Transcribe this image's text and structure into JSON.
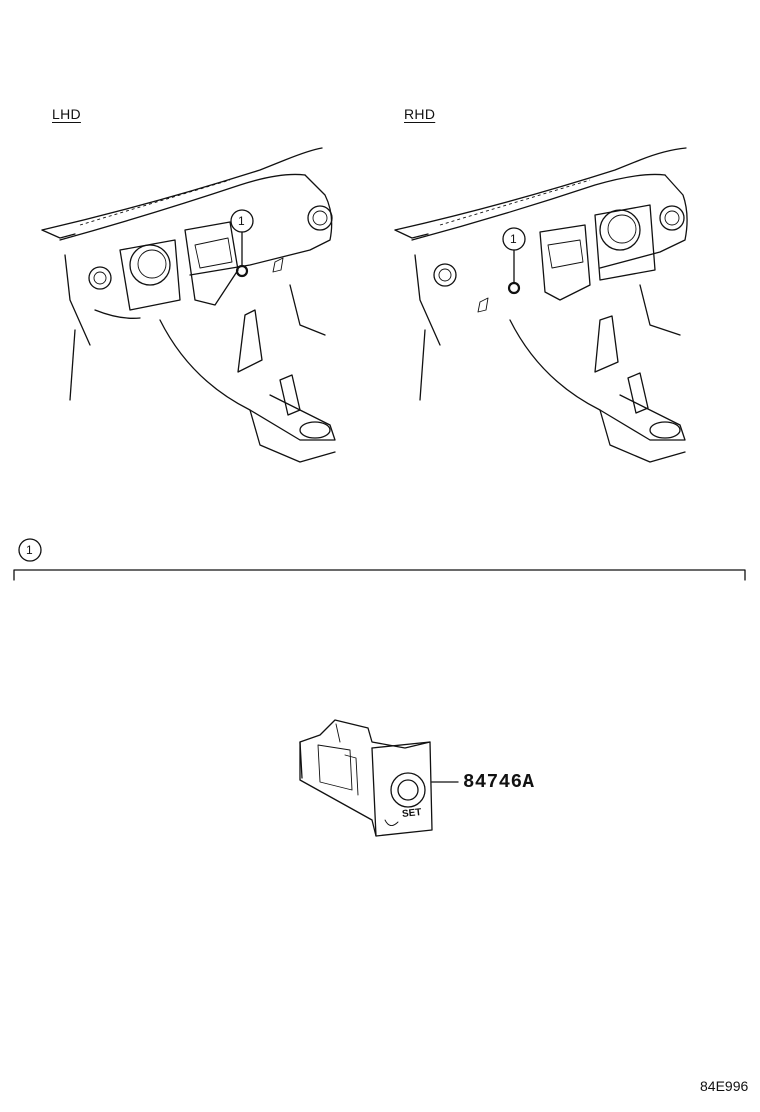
{
  "views": [
    {
      "label": "LHD",
      "callout": "1"
    },
    {
      "label": "RHD",
      "callout": "1"
    }
  ],
  "section": {
    "callout": "1"
  },
  "part": {
    "number": "84746A",
    "knob_text": "SET"
  },
  "drawing_code": "84E996"
}
